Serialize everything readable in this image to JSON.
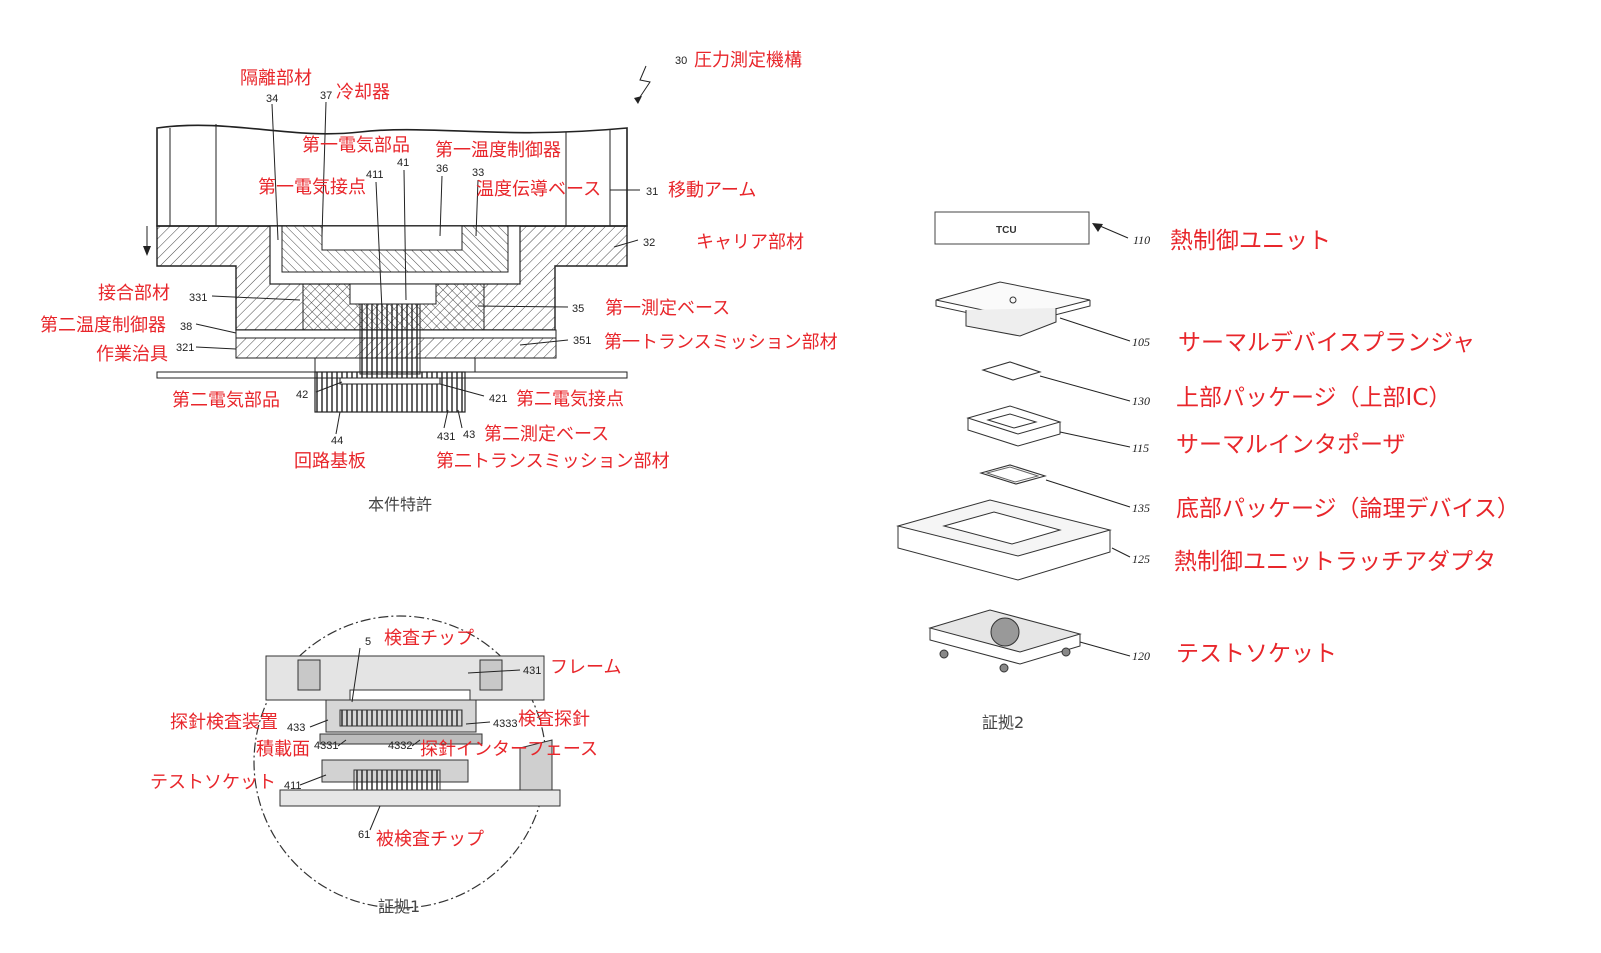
{
  "fig1": {
    "num_30": "30",
    "label_30": "圧力測定機構",
    "num_34": "34",
    "label_34": "隔離部材",
    "num_37": "37",
    "label_37": "冷却器",
    "label_first_elec_part": "第一電気部品",
    "label_first_temp_ctrl": "第一温度制御器",
    "num_411": "411",
    "num_41": "41",
    "num_36": "36",
    "num_33": "33",
    "label_first_elec_contact": "第一電気接点",
    "label_temp_base": "温度伝導ベース",
    "num_31": "31",
    "label_31": "移動アーム",
    "num_32": "32",
    "label_32": "キャリア部材",
    "num_331": "331",
    "label_331": "接合部材",
    "num_35": "35",
    "label_35": "第一測定ベース",
    "num_38": "38",
    "label_38": "第二温度制御器",
    "num_351": "351",
    "label_351": "第一トランスミッション部材",
    "num_321": "321",
    "label_321": "作業治具",
    "num_42": "42",
    "label_42": "第二電気部品",
    "num_421": "421",
    "label_421": "第二電気接点",
    "num_431": "431",
    "num_43": "43",
    "label_43": "第二測定ベース",
    "num_44": "44",
    "label_44": "回路基板",
    "label_431": "第二トランスミッション部材",
    "caption": "本件特許"
  },
  "fig2": {
    "num_5": "5",
    "label_5": "検査チップ",
    "num_431": "431",
    "label_431": "フレーム",
    "num_433": "433",
    "label_433": "探針検査装置",
    "num_4333": "4333",
    "label_4333": "検査探針",
    "num_4331": "4331",
    "label_4331": "積載面",
    "num_4332": "4332",
    "label_4332": "探針インターフェース",
    "num_411": "411",
    "label_411": "テストソケット",
    "num_61": "61",
    "label_61": "被検査チップ",
    "caption": "証拠1"
  },
  "fig3": {
    "tcu_text": "TCU",
    "num_110": "110",
    "label_110": "熱制御ユニット",
    "num_105": "105",
    "label_105": "サーマルデバイスプランジャ",
    "num_130": "130",
    "label_130": "上部パッケージ（上部IC）",
    "num_115": "115",
    "label_115": "サーマルインタポーザ",
    "num_135": "135",
    "label_135": "底部パッケージ（論理デバイス）",
    "num_125": "125",
    "label_125": "熱制御ユニットラッチアダプタ",
    "num_120": "120",
    "label_120": "テストソケット",
    "caption": "証拠2"
  }
}
